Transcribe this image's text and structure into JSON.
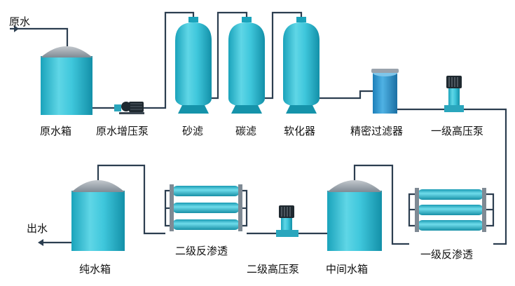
{
  "labels": {
    "raw_water_in": "原水",
    "raw_water_tank": "原水箱",
    "raw_booster_pump": "原水增压泵",
    "sand_filter": "砂滤",
    "carbon_filter": "碳滤",
    "softener": "软化器",
    "precision_filter": "精密过滤器",
    "first_hp_pump": "一级高压泵",
    "first_ro": "一级反渗透",
    "intermediate_tank": "中间水箱",
    "second_hp_pump": "二级高压泵",
    "second_ro": "二级反渗透",
    "pure_water_tank": "纯水箱",
    "water_out": "出水"
  },
  "colors": {
    "pipe": "#2c3e50",
    "vessel_light": "#67dbe9",
    "vessel_mid": "#33bfd4",
    "vessel_dark": "#1593aa",
    "dome": "#9aa3ad",
    "pump_dark": "#1f2930",
    "precision_blue": "#2a8fc8"
  }
}
